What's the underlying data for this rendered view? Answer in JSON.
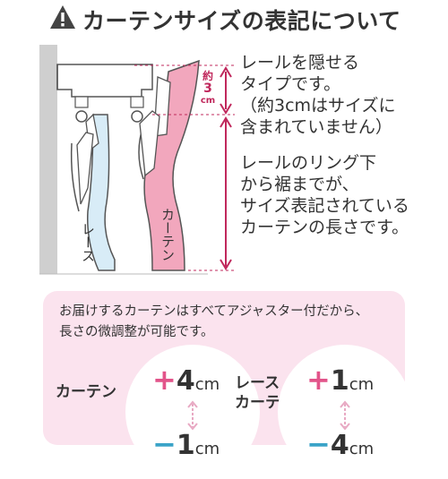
{
  "header": {
    "icon": "warning-icon",
    "title": "カーテンサイズの表記について"
  },
  "diagram": {
    "curtain_label": "カーテン",
    "lace_label": "レース",
    "gap_label_1": "約",
    "gap_label_2": "3",
    "gap_label_3": "cm",
    "note_top": "レールを隠せる\nタイプです。\n（約3cmはサイズに\n含まれていません）",
    "note_bottom": "レールのリング下\nから裾までが、\nサイズ表記されている\nカーテンの長さです。",
    "colors": {
      "curtain": "#f2a7bd",
      "lace": "#d8ecf7",
      "accent": "#c0285c",
      "wall": "#cfcfcf"
    }
  },
  "adjuster": {
    "description": "お届けするカーテンはすべてアジャスター付だから、\n長さの微調整が可能です。",
    "curtain": {
      "label": "カーテン",
      "plus_sign": "+",
      "plus_value": "4",
      "minus_sign": "−",
      "minus_value": "1",
      "unit": "cm"
    },
    "lace": {
      "label": "レース\nカーテン",
      "plus_sign": "+",
      "plus_value": "1",
      "minus_sign": "−",
      "minus_value": "4",
      "unit": "cm"
    },
    "colors": {
      "background": "#fbe3ee",
      "plus": "#e2548a",
      "minus": "#3aa3c8"
    }
  }
}
